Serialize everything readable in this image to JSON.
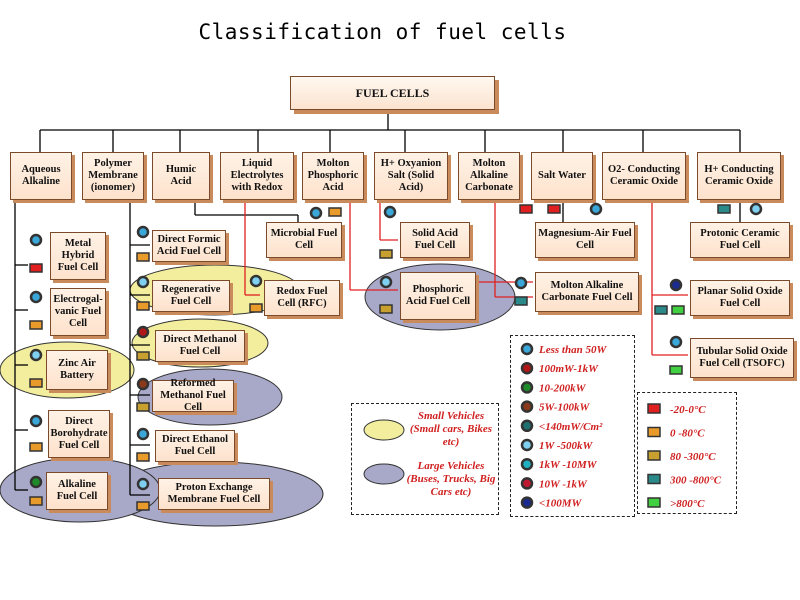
{
  "title": "Classification of fuel cells",
  "root": "FUEL CELLS",
  "categories": [
    "Aqueous Alkaline",
    "Polymer Membrane (ionomer)",
    "Humic Acid",
    "Liquid Electrolytes with Redox",
    "Molton Phosphoric Acid",
    "H+ Oxyanion Salt (Solid Acid)",
    "Molton Alkaline Carbonate",
    "Salt Water",
    "O2- Conducting Ceramic Oxide",
    "H+ Conducting Ceramic Oxide"
  ],
  "cells": {
    "metal_hydrid": "Metal Hybrid Fuel Cell",
    "electrogalvanic": "Electrogal-vanic Fuel Cell",
    "zinc_air": "Zinc Air Battery",
    "direct_borohydrate": "Direct Borohydrate Fuel Cell",
    "alkaline": "Alkaline Fuel Cell",
    "direct_formic": "Direct Formic Acid Fuel Cell",
    "regenerative": "Regenerative Fuel Cell",
    "direct_methanol": "Direct Methanol Fuel Cell",
    "reformed_methanol": "Reformed Methanol Fuel Cell",
    "direct_ethanol": "Direct Ethanol Fuel Cell",
    "pem": "Proton Exchange Membrane Fuel Cell",
    "microbial": "Microbial Fuel Cell",
    "redox": "Redox Fuel Cell (RFC)",
    "solid_acid": "Solid Acid Fuel Cell",
    "phosphoric": "Phosphoric Acid Fuel Cell",
    "magnesium_air": "Magnesium-Air Fuel Cell",
    "mcfc": "Molton Alkaline Carbonate Fuel Cell",
    "protonic_ceramic": "Protonic Ceramic Fuel Cell",
    "planar_sofc": "Planar Solid Oxide Fuel Cell",
    "tubular_sofc": "Tubular Solid Oxide Fuel Cell (TSOFC)"
  },
  "legend_vehicles": {
    "small": "Small Vehicles (Small cars, Bikes etc)",
    "large": "Large Vehicles (Buses, Trucks, Big Cars etc)"
  },
  "legend_power": [
    {
      "label": "Less than 50W",
      "color": "#3aa7d8"
    },
    {
      "label": "100mW-1kW",
      "color": "#b01818"
    },
    {
      "label": "10-200kW",
      "color": "#1f8a2a"
    },
    {
      "label": "5W-100kW",
      "color": "#8a3a1a"
    },
    {
      "label": "<140mW/Cm²",
      "color": "#1f7070"
    },
    {
      "label": "1W -500kW",
      "color": "#7fd0f0"
    },
    {
      "label": "1kW -10MW",
      "color": "#20b0c0"
    },
    {
      "label": "10W -1kW",
      "color": "#c01830"
    },
    {
      "label": "<100MW",
      "color": "#1a2a90"
    }
  ],
  "legend_temp": [
    {
      "label": "-20-0°C",
      "color": "#e02020"
    },
    {
      "label": "0 -80°C",
      "color": "#e89a2a"
    },
    {
      "label": "80 -300°C",
      "color": "#c8a030"
    },
    {
      "label": "300 -800°C",
      "color": "#2a8a8a"
    },
    {
      "label": ">800°C",
      "color": "#40d040"
    }
  ],
  "colors": {
    "box_fill": "#fde2cc",
    "box_border": "#7a4a2a",
    "small_vehicle": "#f2ee9e",
    "large_vehicle": "#a8a8c8",
    "legend_text": "#d02020",
    "red_line": "#e02020"
  }
}
